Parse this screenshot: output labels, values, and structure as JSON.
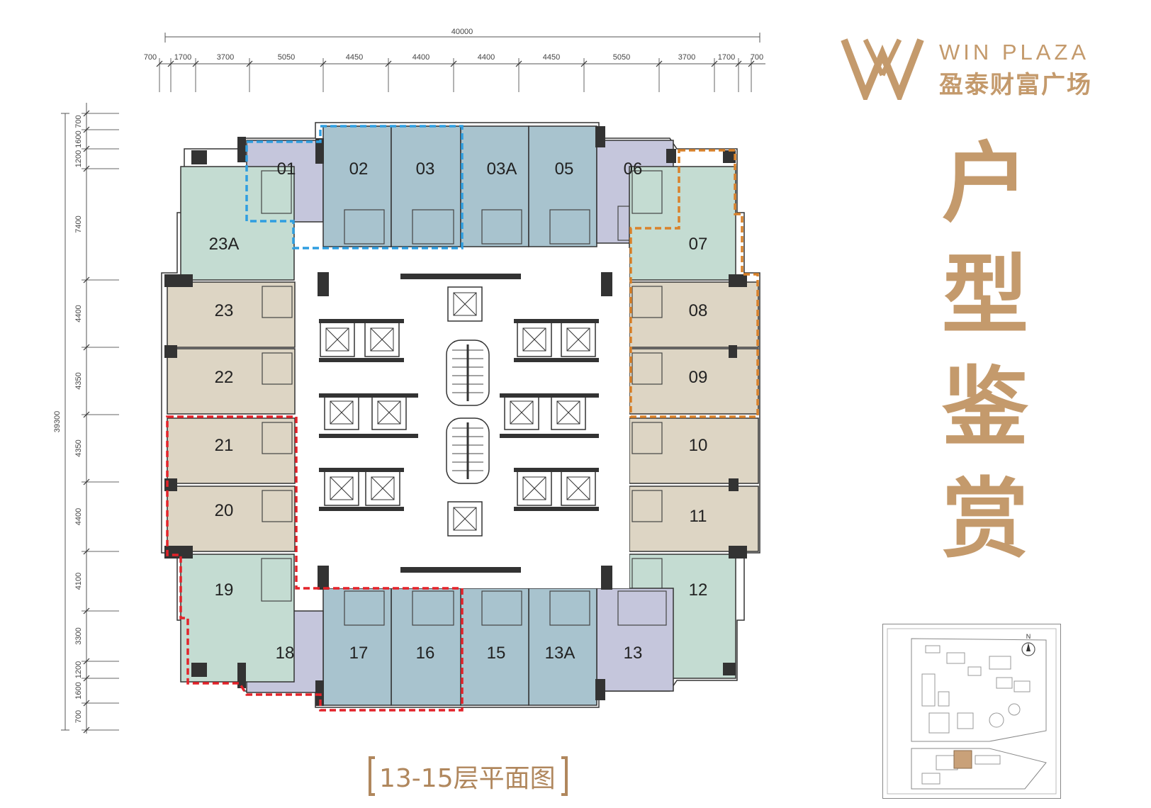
{
  "brand": {
    "name_en": "WIN PLAZA",
    "name_cn": "盈泰财富广场",
    "color": "#c49a6c"
  },
  "title": [
    "户",
    "型",
    "鉴",
    "赏"
  ],
  "caption": "13-15层平面图",
  "dimensions": {
    "total_width": "40000",
    "total_height": "39300",
    "top_segments": [
      "700",
      "1700",
      "3700",
      "5050",
      "4450",
      "4400",
      "4400",
      "4450",
      "5050",
      "3700",
      "1700",
      "700"
    ],
    "left_segments": [
      "700",
      "1600",
      "1200",
      "7400",
      "4400",
      "4350",
      "4350",
      "4400",
      "4100",
      "3300",
      "1200",
      "1600",
      "700"
    ]
  },
  "units": [
    {
      "label": "01"
    },
    {
      "label": "02"
    },
    {
      "label": "03"
    },
    {
      "label": "03A"
    },
    {
      "label": "05"
    },
    {
      "label": "06"
    },
    {
      "label": "07"
    },
    {
      "label": "08"
    },
    {
      "label": "09"
    },
    {
      "label": "10"
    },
    {
      "label": "11"
    },
    {
      "label": "12"
    },
    {
      "label": "13"
    },
    {
      "label": "13A"
    },
    {
      "label": "15"
    },
    {
      "label": "16"
    },
    {
      "label": "17"
    },
    {
      "label": "18"
    },
    {
      "label": "19"
    },
    {
      "label": "20"
    },
    {
      "label": "21"
    },
    {
      "label": "22"
    },
    {
      "label": "23"
    },
    {
      "label": "23A"
    }
  ],
  "colors": {
    "lavender": "#c5c6dc",
    "blue": "#a8c3ce",
    "green": "#c4dcd2",
    "beige": "#ddd5c4",
    "highlight_blue": "#2f9ee0",
    "highlight_orange": "#d9822b",
    "highlight_red": "#e3232a"
  },
  "keymap": {
    "north": "N"
  }
}
